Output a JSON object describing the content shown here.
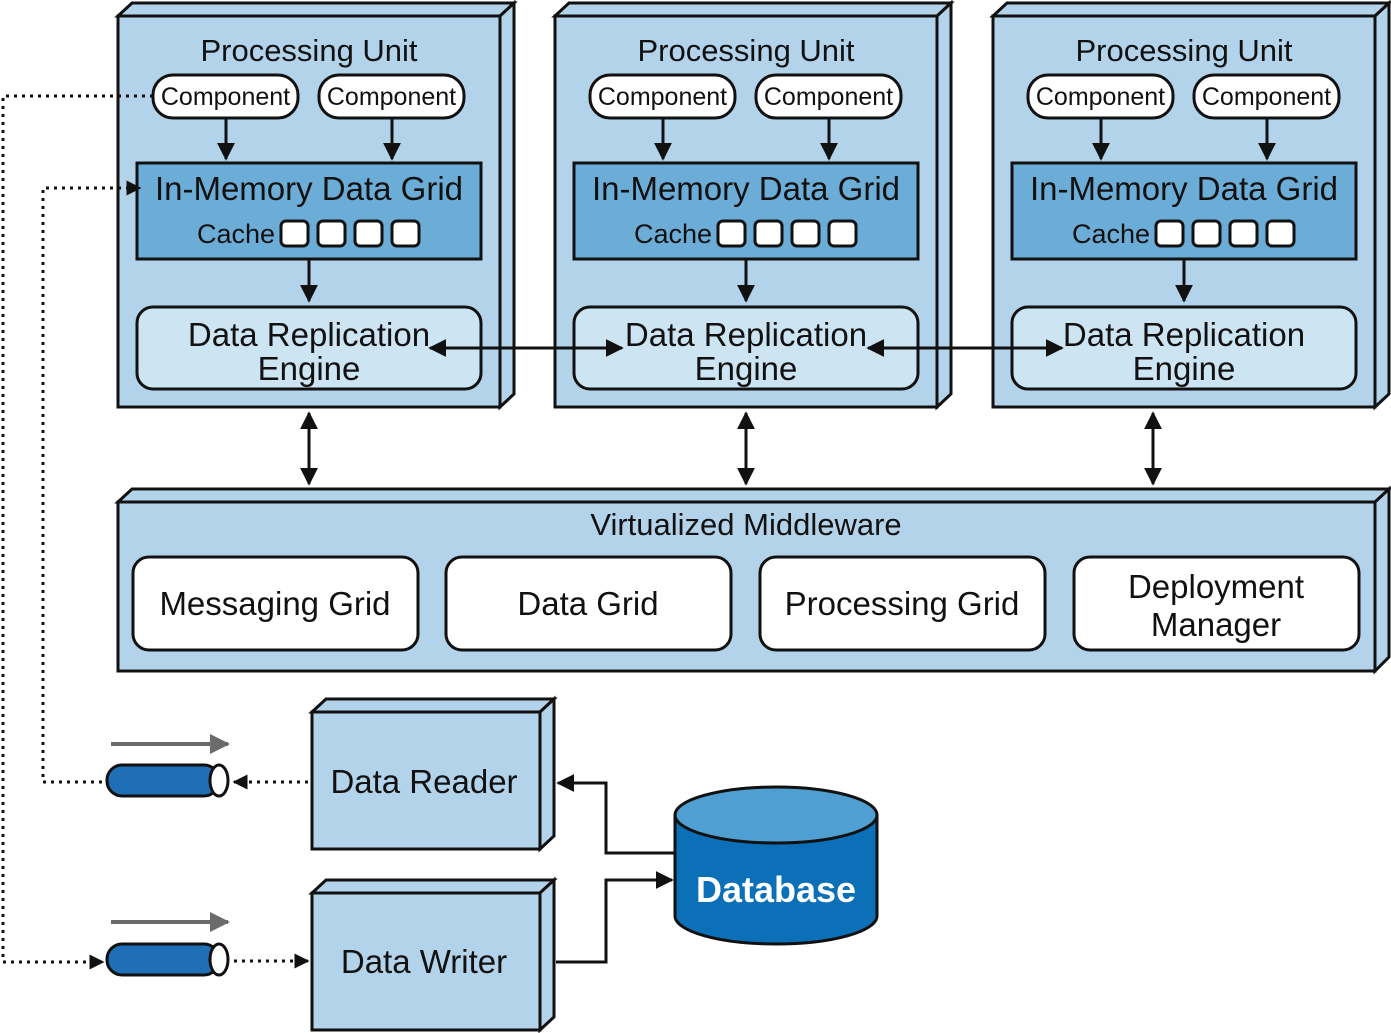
{
  "processing_units": [
    {
      "title": "Processing Unit",
      "components": [
        "Component",
        "Component"
      ],
      "grid_title": "In-Memory Data Grid",
      "cache_label": "Cache",
      "replication": [
        "Data Replication",
        "Engine"
      ]
    },
    {
      "title": "Processing Unit",
      "components": [
        "Component",
        "Component"
      ],
      "grid_title": "In-Memory Data Grid",
      "cache_label": "Cache",
      "replication": [
        "Data Replication",
        "Engine"
      ]
    },
    {
      "title": "Processing Unit",
      "components": [
        "Component",
        "Component"
      ],
      "grid_title": "In-Memory Data Grid",
      "cache_label": "Cache",
      "replication": [
        "Data Replication",
        "Engine"
      ]
    }
  ],
  "middleware": {
    "title": "Virtualized Middleware",
    "items": [
      [
        "Messaging Grid"
      ],
      [
        "Data Grid"
      ],
      [
        "Processing Grid"
      ],
      [
        "Deployment",
        "Manager"
      ]
    ]
  },
  "data_reader": "Data Reader",
  "data_writer": "Data Writer",
  "database": "Database",
  "colors": {
    "unit_fill": "#b3d3ea",
    "grid_fill": "#6badd7",
    "engine_fill": "#cde4f3",
    "db_fill": "#0b70b7",
    "db_top": "#4f9fd2",
    "queue_fill": "#1f6fb6",
    "flow_arrow": "#6b6b6b",
    "stroke": "#111111"
  }
}
